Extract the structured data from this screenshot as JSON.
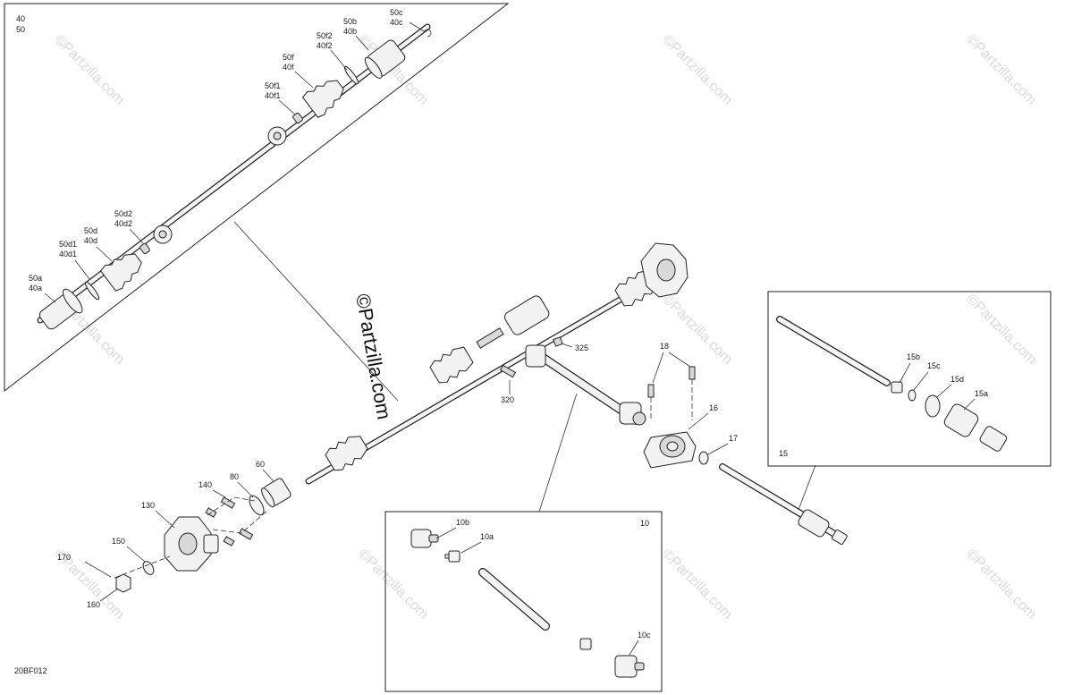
{
  "diagram_code": "20BF012",
  "watermark": "©Partzilla.com",
  "inset_main": [
    "40",
    "50"
  ],
  "inset_15": "15",
  "inset_10": "10",
  "labels": {
    "l50c": [
      "50c",
      "40c"
    ],
    "l50b": [
      "50b",
      "40b"
    ],
    "l50f2": [
      "50f2",
      "40f2"
    ],
    "l50f": [
      "50f",
      "40f"
    ],
    "l50f1": [
      "50f1",
      "40f1"
    ],
    "l50d2": [
      "50d2",
      "40d2"
    ],
    "l50d": [
      "50d",
      "40d"
    ],
    "l50d1": [
      "50d1",
      "40d1"
    ],
    "l50a": [
      "50a",
      "40a"
    ],
    "n325": "325",
    "n320": "320",
    "n18": "18",
    "n16": "16",
    "n17": "17",
    "n60": "60",
    "n80": "80",
    "n140": "140",
    "n130": "130",
    "n150": "150",
    "n170": "170",
    "n160": "160",
    "n15b": "15b",
    "n15c": "15c",
    "n15d": "15d",
    "n15a": "15a",
    "n10b": "10b",
    "n10a": "10a",
    "n10c": "10c"
  }
}
